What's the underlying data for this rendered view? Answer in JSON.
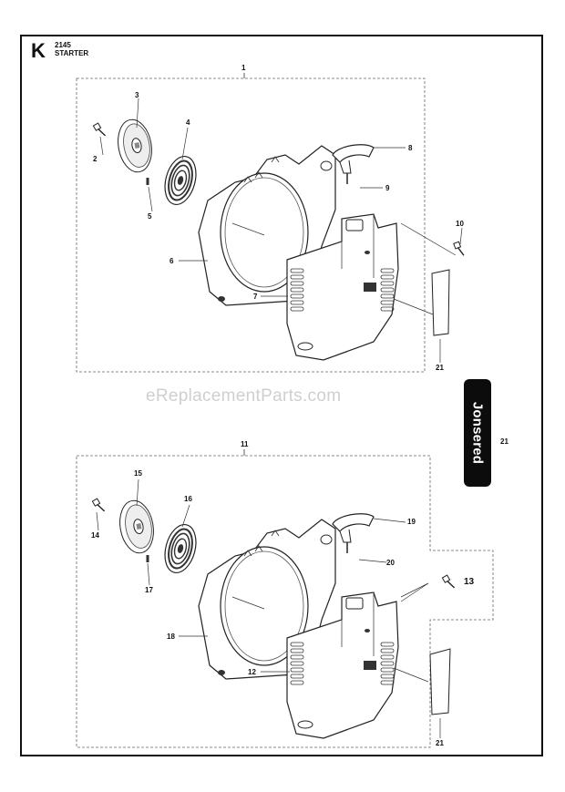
{
  "section": {
    "letter": "K",
    "code": "2145",
    "name": "STARTER"
  },
  "watermark": "eReplacementParts.com",
  "logo": "Jonsered",
  "callouts": {
    "c1": "1",
    "c2": "2",
    "c3": "3",
    "c4": "4",
    "c5": "5",
    "c6": "6",
    "c7": "7",
    "c8": "8",
    "c9": "9",
    "c10": "10",
    "c21a": "21",
    "c21logo": "21",
    "c11": "11",
    "c12": "12",
    "c13": "13",
    "c14": "14",
    "c15": "15",
    "c16": "16",
    "c17": "17",
    "c18": "18",
    "c19": "19",
    "c20": "20",
    "c21b": "21"
  }
}
